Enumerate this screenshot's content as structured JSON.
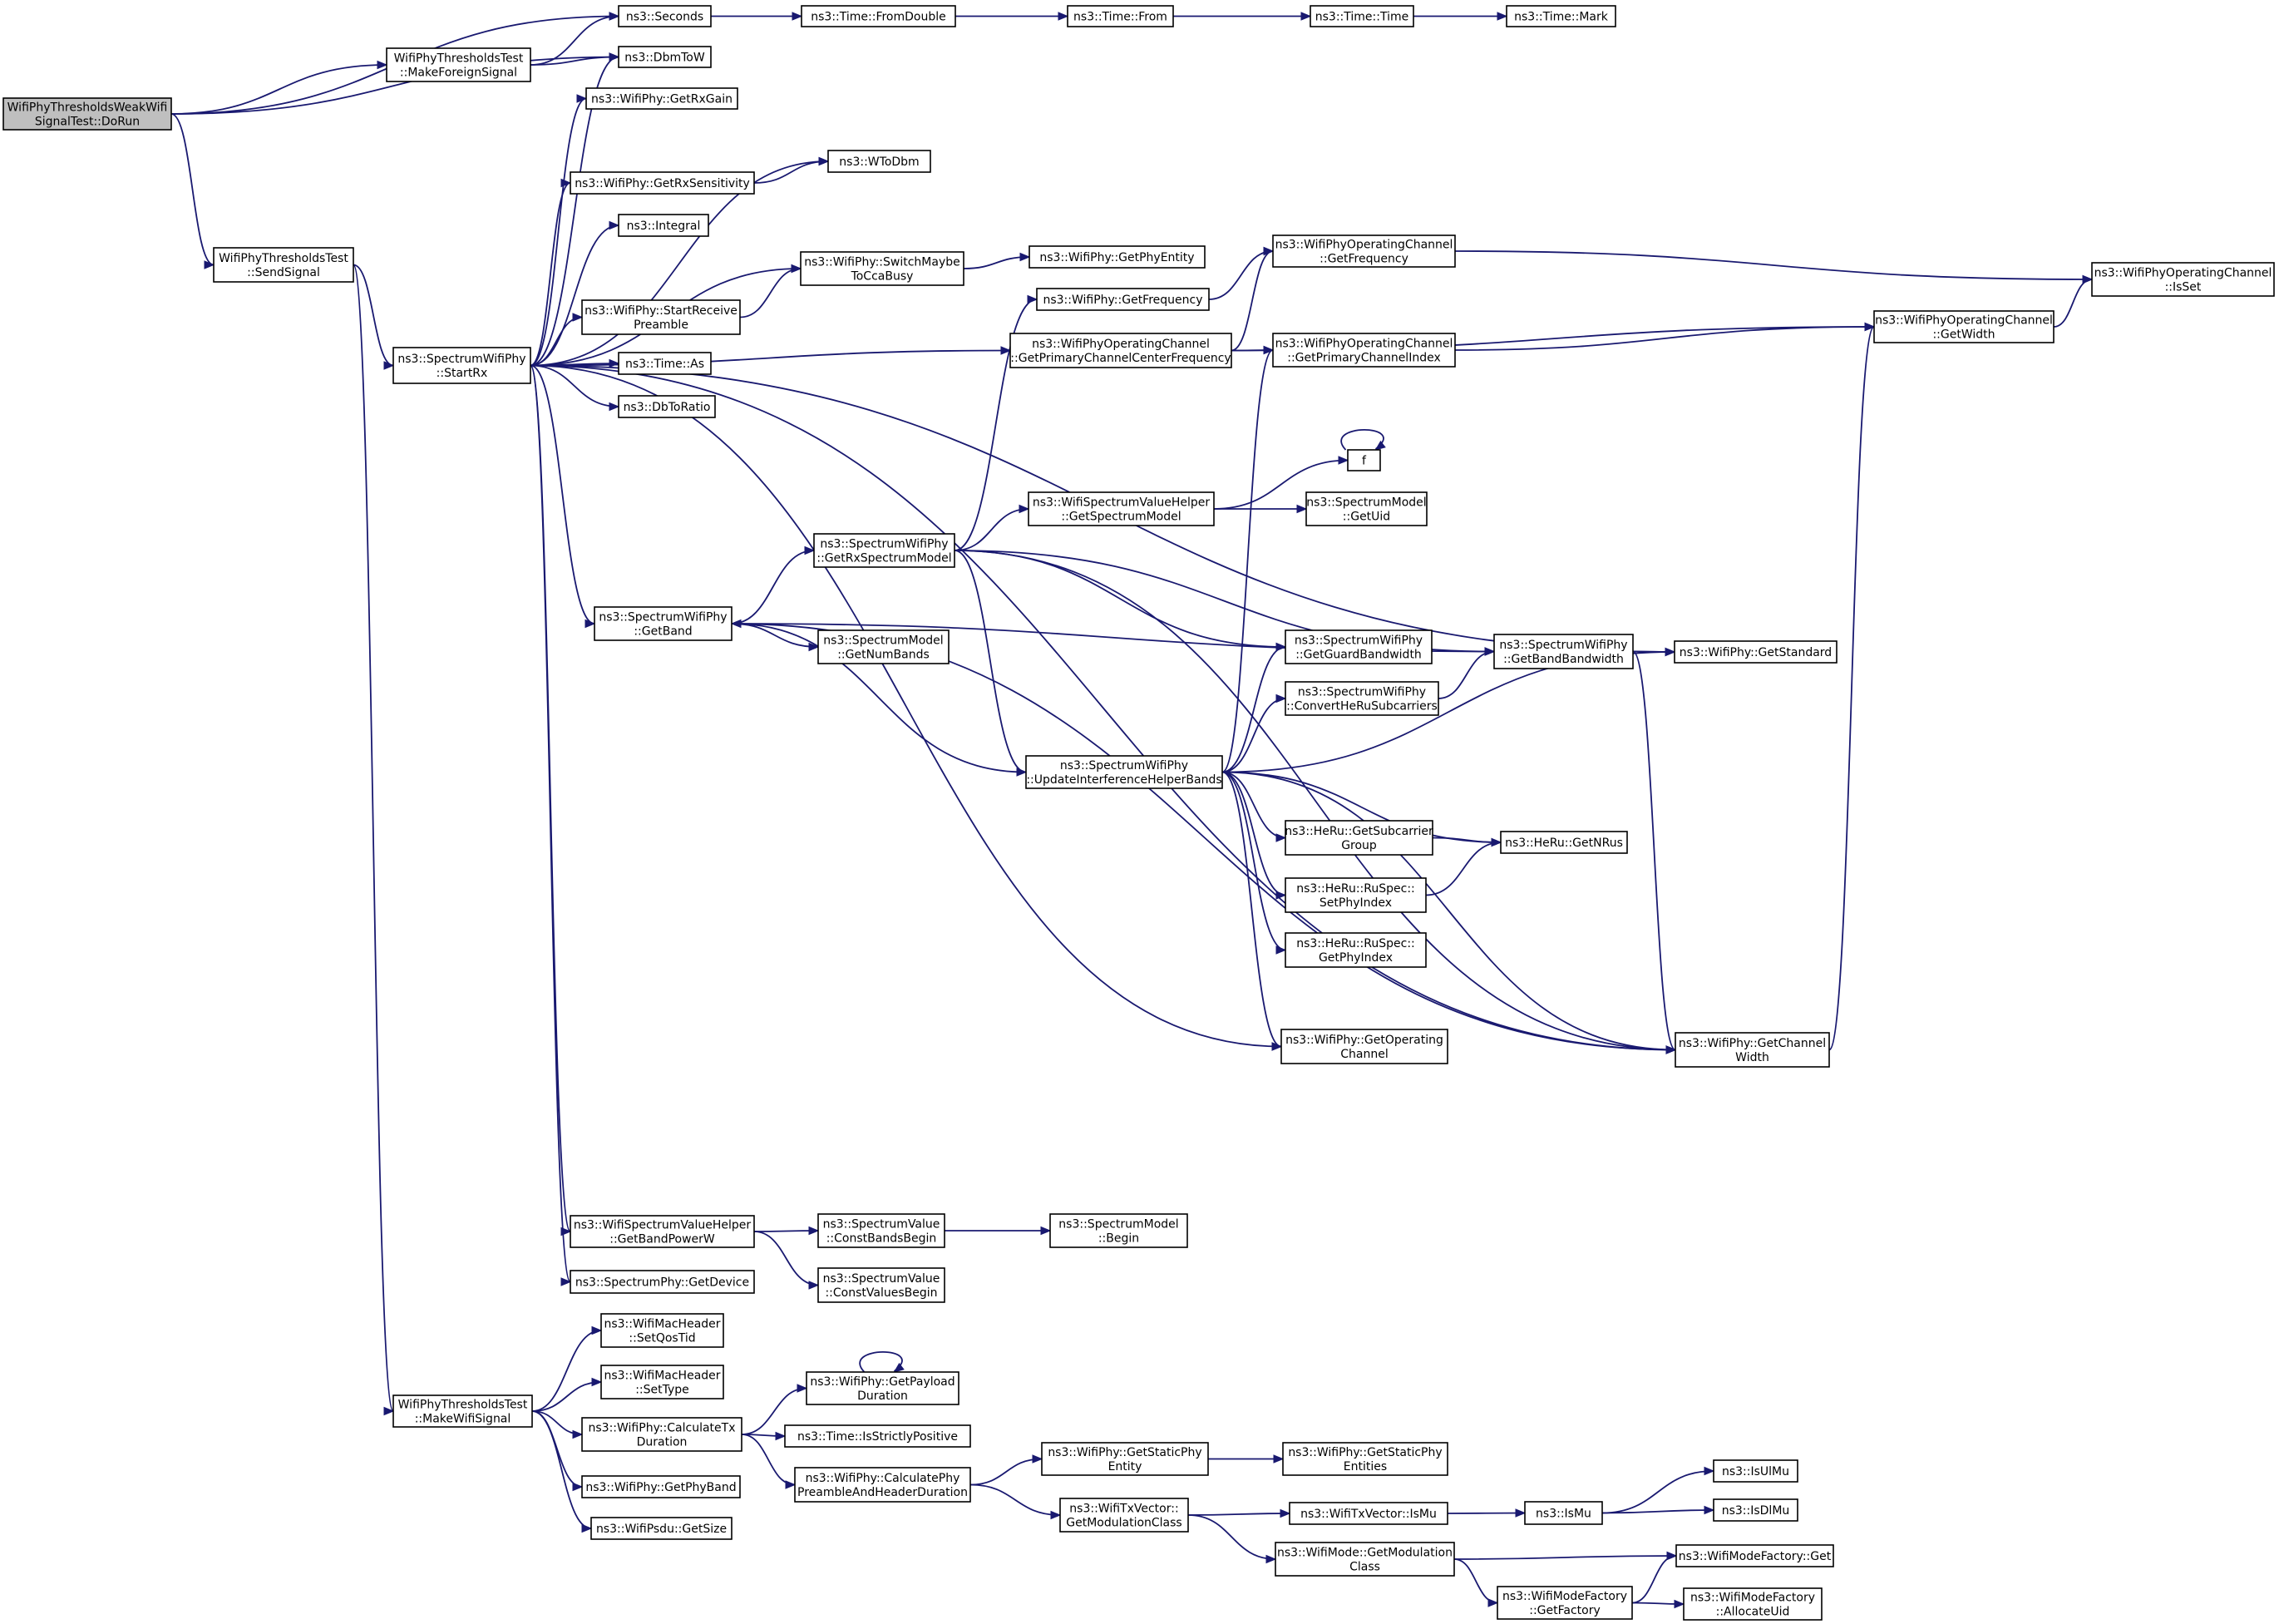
{
  "nodes": {
    "doRun": {
      "lines": [
        "WifiPhyThresholdsWeakWifi",
        "SignalTest::DoRun"
      ],
      "root": true
    },
    "makeForeign": {
      "lines": [
        "WifiPhyThresholdsTest",
        "::MakeForeignSignal"
      ]
    },
    "sendSignal": {
      "lines": [
        "WifiPhyThresholdsTest",
        "::SendSignal"
      ]
    },
    "startRx": {
      "lines": [
        "ns3::SpectrumWifiPhy",
        "::StartRx"
      ]
    },
    "makeWifi": {
      "lines": [
        "WifiPhyThresholdsTest",
        "::MakeWifiSignal"
      ]
    },
    "seconds": {
      "lines": [
        "ns3::Seconds"
      ]
    },
    "fromDouble": {
      "lines": [
        "ns3::Time::FromDouble"
      ]
    },
    "timeFrom": {
      "lines": [
        "ns3::Time::From"
      ]
    },
    "timeTime": {
      "lines": [
        "ns3::Time::Time"
      ]
    },
    "timeMark": {
      "lines": [
        "ns3::Time::Mark"
      ]
    },
    "dbmToW": {
      "lines": [
        "ns3::DbmToW"
      ]
    },
    "getRxGain": {
      "lines": [
        "ns3::WifiPhy::GetRxGain"
      ]
    },
    "wToDbm": {
      "lines": [
        "ns3::WToDbm"
      ]
    },
    "getRxSens": {
      "lines": [
        "ns3::WifiPhy::GetRxSensitivity"
      ]
    },
    "integral": {
      "lines": [
        "ns3::Integral"
      ]
    },
    "switchBusy": {
      "lines": [
        "ns3::WifiPhy::SwitchMaybe",
        "ToCcaBusy"
      ]
    },
    "getPhyEntity": {
      "lines": [
        "ns3::WifiPhy::GetPhyEntity"
      ]
    },
    "startRecvPre": {
      "lines": [
        "ns3::WifiPhy::StartReceive",
        "Preamble"
      ]
    },
    "timeAs": {
      "lines": [
        "ns3::Time::As"
      ]
    },
    "dbToRatio": {
      "lines": [
        "ns3::DbToRatio"
      ]
    },
    "getFrequency": {
      "lines": [
        "ns3::WifiPhy::GetFrequency"
      ]
    },
    "wocGetFreq": {
      "lines": [
        "ns3::WifiPhyOperatingChannel",
        "::GetFrequency"
      ]
    },
    "wocIsSet": {
      "lines": [
        "ns3::WifiPhyOperatingChannel",
        "::IsSet"
      ]
    },
    "wocPrimCenter": {
      "lines": [
        "ns3::WifiPhyOperatingChannel",
        "::GetPrimaryChannelCenterFrequency"
      ]
    },
    "wocPrimIndex": {
      "lines": [
        "ns3::WifiPhyOperatingChannel",
        "::GetPrimaryChannelIndex"
      ]
    },
    "wocGetWidth": {
      "lines": [
        "ns3::WifiPhyOperatingChannel",
        "::GetWidth"
      ]
    },
    "fNode": {
      "lines": [
        "f"
      ]
    },
    "wsvhGetModel": {
      "lines": [
        "ns3::WifiSpectrumValueHelper",
        "::GetSpectrumModel"
      ]
    },
    "smGetUid": {
      "lines": [
        "ns3::SpectrumModel",
        "::GetUid"
      ]
    },
    "getRxSpecModel": {
      "lines": [
        "ns3::SpectrumWifiPhy",
        "::GetRxSpectrumModel"
      ]
    },
    "getBand": {
      "lines": [
        "ns3::SpectrumWifiPhy",
        "::GetBand"
      ]
    },
    "smGetNumBands": {
      "lines": [
        "ns3::SpectrumModel",
        "::GetNumBands"
      ]
    },
    "getGuardBw": {
      "lines": [
        "ns3::SpectrumWifiPhy",
        "::GetGuardBandwidth"
      ]
    },
    "getBandBw": {
      "lines": [
        "ns3::SpectrumWifiPhy",
        "::GetBandBandwidth"
      ]
    },
    "getStandard": {
      "lines": [
        "ns3::WifiPhy::GetStandard"
      ]
    },
    "convertHeRu": {
      "lines": [
        "ns3::SpectrumWifiPhy",
        "::ConvertHeRuSubcarriers"
      ]
    },
    "updIntf": {
      "lines": [
        "ns3::SpectrumWifiPhy",
        "::UpdateInterferenceHelperBands"
      ]
    },
    "heRuSubGroup": {
      "lines": [
        "ns3::HeRu::GetSubcarrier",
        "Group"
      ]
    },
    "heRuGetNRus": {
      "lines": [
        "ns3::HeRu::GetNRus"
      ]
    },
    "ruSetPhy": {
      "lines": [
        "ns3::HeRu::RuSpec::",
        "SetPhyIndex"
      ]
    },
    "ruGetPhy": {
      "lines": [
        "ns3::HeRu::RuSpec::",
        "GetPhyIndex"
      ]
    },
    "getOpChannel": {
      "lines": [
        "ns3::WifiPhy::GetOperating",
        "Channel"
      ]
    },
    "getChanWidth": {
      "lines": [
        "ns3::WifiPhy::GetChannel",
        "Width"
      ]
    },
    "wsvhBandPower": {
      "lines": [
        "ns3::WifiSpectrumValueHelper",
        "::GetBandPowerW"
      ]
    },
    "svConstBands": {
      "lines": [
        "ns3::SpectrumValue",
        "::ConstBandsBegin"
      ]
    },
    "smBegin": {
      "lines": [
        "ns3::SpectrumModel",
        "::Begin"
      ]
    },
    "svConstValues": {
      "lines": [
        "ns3::SpectrumValue",
        "::ConstValuesBegin"
      ]
    },
    "spGetDevice": {
      "lines": [
        "ns3::SpectrumPhy::GetDevice"
      ]
    },
    "setQosTid": {
      "lines": [
        "ns3::WifiMacHeader",
        "::SetQosTid"
      ]
    },
    "setType": {
      "lines": [
        "ns3::WifiMacHeader",
        "::SetType"
      ]
    },
    "getPayloadDur": {
      "lines": [
        "ns3::WifiPhy::GetPayload",
        "Duration"
      ]
    },
    "calcTxDur": {
      "lines": [
        "ns3::WifiPhy::CalculateTx",
        "Duration"
      ]
    },
    "isStrictPos": {
      "lines": [
        "ns3::Time::IsStrictlyPositive"
      ]
    },
    "getStaticEnt": {
      "lines": [
        "ns3::WifiPhy::GetStaticPhy",
        "Entity"
      ]
    },
    "getStaticEnts": {
      "lines": [
        "ns3::WifiPhy::GetStaticPhy",
        "Entities"
      ]
    },
    "calcPreamble": {
      "lines": [
        "ns3::WifiPhy::CalculatePhy",
        "PreambleAndHeaderDuration"
      ]
    },
    "getPhyBand": {
      "lines": [
        "ns3::WifiPhy::GetPhyBand"
      ]
    },
    "txvModClass": {
      "lines": [
        "ns3::WifiTxVector::",
        "GetModulationClass"
      ]
    },
    "txvIsMu": {
      "lines": [
        "ns3::WifiTxVector::IsMu"
      ]
    },
    "isMu": {
      "lines": [
        "ns3::IsMu"
      ]
    },
    "isUlMu": {
      "lines": [
        "ns3::IsUlMu"
      ]
    },
    "isDlMu": {
      "lines": [
        "ns3::IsDlMu"
      ]
    },
    "psduGetSize": {
      "lines": [
        "ns3::WifiPsdu::GetSize"
      ]
    },
    "modeGetClass": {
      "lines": [
        "ns3::WifiMode::GetModulation",
        "Class"
      ]
    },
    "modeFactGet": {
      "lines": [
        "ns3::WifiModeFactory::Get"
      ]
    },
    "modeFactGetF": {
      "lines": [
        "ns3::WifiModeFactory",
        "::GetFactory"
      ]
    },
    "modeFactAlloc": {
      "lines": [
        "ns3::WifiModeFactory",
        "::AllocateUid"
      ]
    }
  },
  "edges": [
    [
      "doRun",
      "seconds"
    ],
    [
      "doRun",
      "makeForeign"
    ],
    [
      "doRun",
      "dbmToW"
    ],
    [
      "doRun",
      "sendSignal"
    ],
    [
      "makeForeign",
      "seconds"
    ],
    [
      "makeForeign",
      "dbmToW"
    ],
    [
      "seconds",
      "fromDouble"
    ],
    [
      "fromDouble",
      "timeFrom"
    ],
    [
      "timeFrom",
      "timeTime"
    ],
    [
      "timeTime",
      "timeMark"
    ],
    [
      "sendSignal",
      "startRx"
    ],
    [
      "sendSignal",
      "makeWifi"
    ],
    [
      "startRx",
      "dbmToW"
    ],
    [
      "startRx",
      "getRxGain"
    ],
    [
      "startRx",
      "wToDbm"
    ],
    [
      "startRx",
      "getRxSens"
    ],
    [
      "startRx",
      "integral"
    ],
    [
      "startRx",
      "switchBusy"
    ],
    [
      "startRx",
      "startRecvPre"
    ],
    [
      "startRx",
      "timeAs"
    ],
    [
      "startRx",
      "dbToRatio"
    ],
    [
      "startRx",
      "wocPrimCenter"
    ],
    [
      "startRx",
      "getStandard"
    ],
    [
      "startRx",
      "getBand"
    ],
    [
      "startRx",
      "getOpChannel"
    ],
    [
      "startRx",
      "getChanWidth"
    ],
    [
      "startRx",
      "wsvhBandPower"
    ],
    [
      "startRx",
      "spGetDevice"
    ],
    [
      "getRxSens",
      "wToDbm"
    ],
    [
      "startRecvPre",
      "switchBusy"
    ],
    [
      "switchBusy",
      "getPhyEntity"
    ],
    [
      "getFrequency",
      "wocGetFreq"
    ],
    [
      "wocGetFreq",
      "wocIsSet"
    ],
    [
      "wocPrimCenter",
      "wocGetFreq"
    ],
    [
      "wocPrimCenter",
      "wocGetWidth"
    ],
    [
      "wocPrimCenter",
      "wocPrimIndex"
    ],
    [
      "wocPrimIndex",
      "wocGetWidth"
    ],
    [
      "wocGetWidth",
      "wocIsSet"
    ],
    [
      "fNode",
      "fNode"
    ],
    [
      "wsvhGetModel",
      "fNode"
    ],
    [
      "wsvhGetModel",
      "smGetUid"
    ],
    [
      "getRxSpecModel",
      "getFrequency"
    ],
    [
      "getRxSpecModel",
      "wsvhGetModel"
    ],
    [
      "getRxSpecModel",
      "getBandBw"
    ],
    [
      "getRxSpecModel",
      "getGuardBw"
    ],
    [
      "getRxSpecModel",
      "updIntf"
    ],
    [
      "getRxSpecModel",
      "getChanWidth"
    ],
    [
      "getBand",
      "getRxSpecModel"
    ],
    [
      "getBand",
      "getBandBw"
    ],
    [
      "getBand",
      "smGetNumBands"
    ],
    [
      "getBand",
      "getChanWidth"
    ],
    [
      "getBandBw",
      "getStandard"
    ],
    [
      "getBandBw",
      "getChanWidth"
    ],
    [
      "convertHeRu",
      "getBandBw"
    ],
    [
      "updIntf",
      "getBand"
    ],
    [
      "updIntf",
      "getGuardBw"
    ],
    [
      "updIntf",
      "convertHeRu"
    ],
    [
      "updIntf",
      "getStandard"
    ],
    [
      "updIntf",
      "wocPrimIndex"
    ],
    [
      "updIntf",
      "heRuSubGroup"
    ],
    [
      "updIntf",
      "heRuGetNRus"
    ],
    [
      "updIntf",
      "ruSetPhy"
    ],
    [
      "updIntf",
      "ruGetPhy"
    ],
    [
      "updIntf",
      "getOpChannel"
    ],
    [
      "updIntf",
      "getChanWidth"
    ],
    [
      "heRuSubGroup",
      "heRuGetNRus"
    ],
    [
      "ruSetPhy",
      "heRuGetNRus"
    ],
    [
      "getChanWidth",
      "wocGetWidth"
    ],
    [
      "wsvhBandPower",
      "svConstBands"
    ],
    [
      "wsvhBandPower",
      "svConstValues"
    ],
    [
      "svConstBands",
      "smBegin"
    ],
    [
      "makeWifi",
      "setQosTid"
    ],
    [
      "makeWifi",
      "setType"
    ],
    [
      "makeWifi",
      "calcTxDur"
    ],
    [
      "makeWifi",
      "getPhyBand"
    ],
    [
      "makeWifi",
      "psduGetSize"
    ],
    [
      "calcTxDur",
      "getPayloadDur"
    ],
    [
      "calcTxDur",
      "isStrictPos"
    ],
    [
      "calcTxDur",
      "calcPreamble"
    ],
    [
      "getPayloadDur",
      "getPayloadDur"
    ],
    [
      "calcPreamble",
      "getStaticEnt"
    ],
    [
      "calcPreamble",
      "txvModClass"
    ],
    [
      "getStaticEnt",
      "getStaticEnts"
    ],
    [
      "txvModClass",
      "txvIsMu"
    ],
    [
      "txvModClass",
      "modeGetClass"
    ],
    [
      "txvIsMu",
      "isMu"
    ],
    [
      "isMu",
      "isUlMu"
    ],
    [
      "isMu",
      "isDlMu"
    ],
    [
      "modeGetClass",
      "modeFactGet"
    ],
    [
      "modeGetClass",
      "modeFactGetF"
    ],
    [
      "modeFactGetF",
      "modeFactGet"
    ],
    [
      "modeFactGetF",
      "modeFactAlloc"
    ]
  ]
}
